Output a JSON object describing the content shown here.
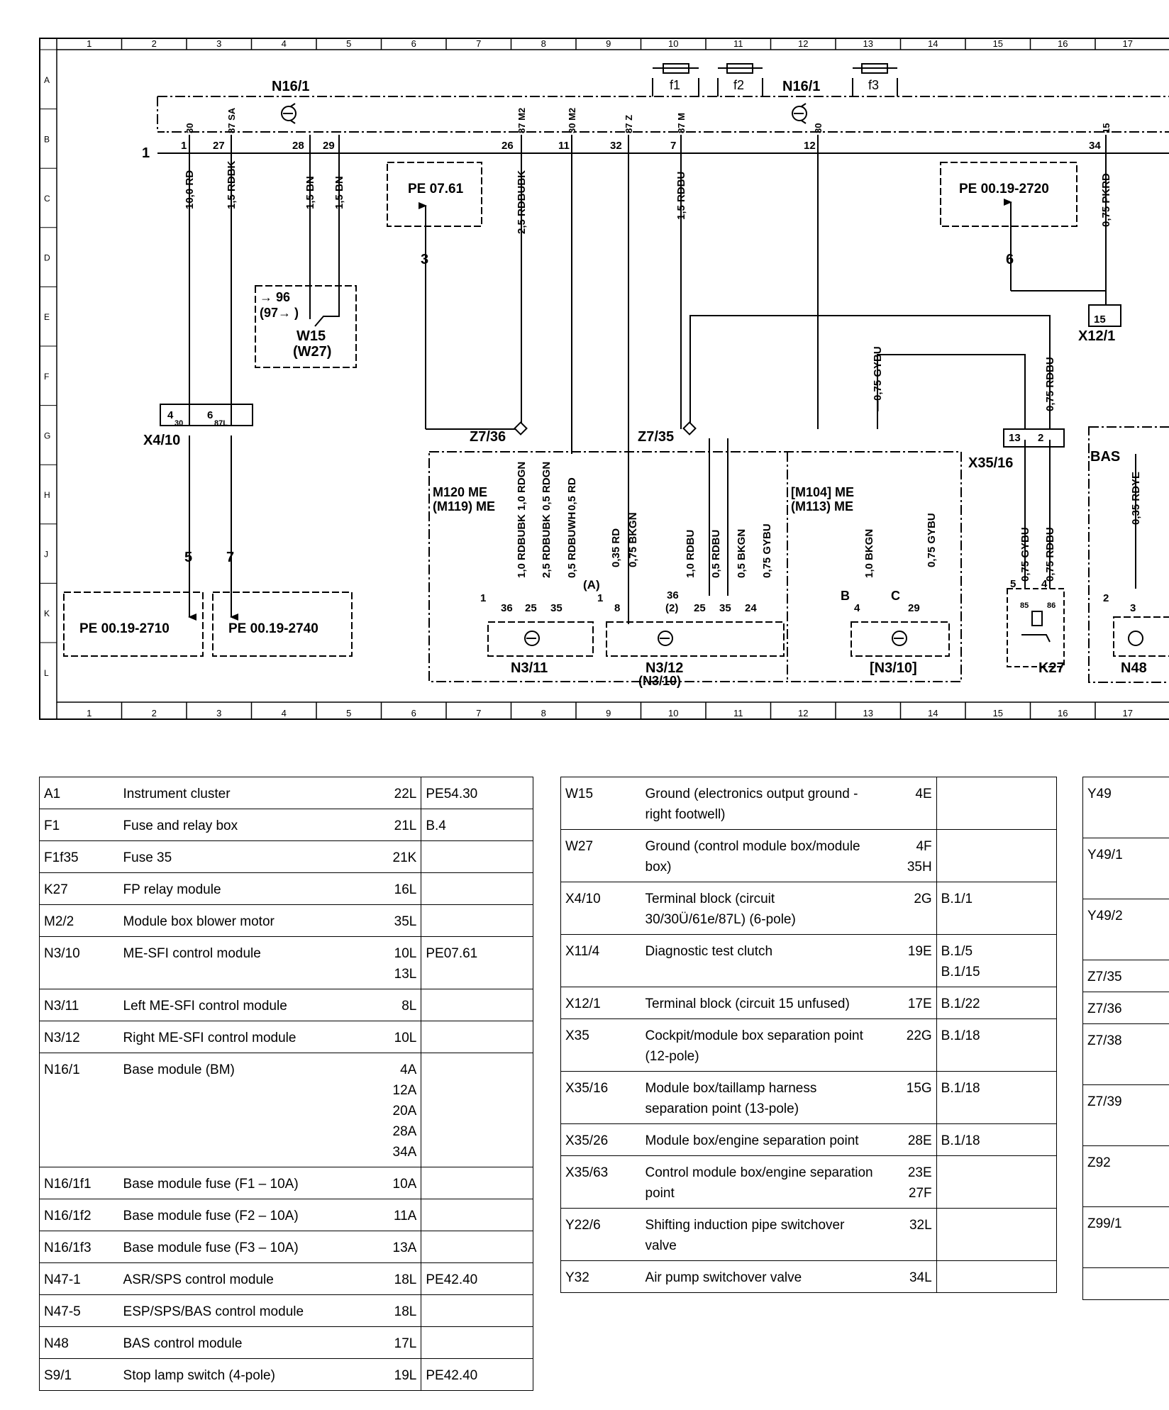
{
  "diagram": {
    "grid_columns": [
      "1",
      "2",
      "3",
      "4",
      "5",
      "6",
      "7",
      "8",
      "9",
      "10",
      "11",
      "12",
      "13",
      "14",
      "15",
      "16",
      "17"
    ],
    "grid_rows": [
      "A",
      "B",
      "C",
      "D",
      "E",
      "F",
      "G",
      "H",
      "J",
      "K",
      "L"
    ],
    "components": {
      "n16_1_left": "N16/1",
      "n16_1_right": "N16/1",
      "f1": "f1",
      "f2": "f2",
      "f3": "f3",
      "fuse_rating": "10",
      "x4_10": "X4/10",
      "w15": "W15",
      "w27": "(W27)",
      "z7_36": "Z7/36",
      "z7_35": "Z7/35",
      "x35_16": "X35/16",
      "x12_1": "X12/1",
      "n3_11": "N3/11",
      "n3_12": "N3/12",
      "n3_10_paren": "(N3/10)",
      "n3_10_bracket": "[N3/10]",
      "k27": "K27",
      "n48": "N48",
      "bas": "BAS",
      "m120_me": "M120  ME",
      "m119_me": "(M119)  ME",
      "m104_me": "[M104]  ME",
      "m113_me": "(M113)  ME",
      "conn1": "1"
    },
    "refs": {
      "pe0761": "PE 07.61",
      "pe2720": "PE 00.19-2720",
      "pe2710": "PE 00.19-2710",
      "pe2740": "PE 00.19-2740",
      "ref96": "→ 96",
      "ref97": "(97→ )"
    },
    "arrows": {
      "a3": "3",
      "a5": "5",
      "a6": "6",
      "a7": "7"
    },
    "pins": {
      "p1": "1",
      "p27": "27",
      "p28": "28",
      "p29": "29",
      "p26": "26",
      "p11": "11",
      "p32": "32",
      "p7": "7",
      "p12": "12",
      "p34": "34",
      "t30a": "30",
      "t87sa": "87 SA",
      "t87m2": "87 M2",
      "t30m2": "30 M2",
      "t87z": "87 Z",
      "t87m": "87 M",
      "t30b": "30",
      "t15": "15",
      "x4_4": "4",
      "x4_30": "30",
      "x4_6": "6",
      "x4_87l": "87L",
      "x12_15": "15",
      "x35_13": "13",
      "x35_2": "2",
      "n311_36": "36",
      "n311_25": "25",
      "n311_35": "35",
      "n311_1": "1",
      "n312_8": "8",
      "n312_36": "36",
      "n312_2": "(2)",
      "n312_25": "25",
      "n312_35": "35",
      "n312_24": "24",
      "n310_4": "4",
      "n310_29": "29",
      "n310_b": "B",
      "n310_c": "C",
      "k27_5": "5",
      "k27_4": "4",
      "k27_85": "85",
      "k27_86": "86",
      "n48_3": "3",
      "n48_2": "2",
      "mark_a": "(A)",
      "n312_1": "1"
    },
    "wires": {
      "w10rd": "10,0  RD",
      "w15rdbk": "1,5  RDBK",
      "w15bn_a": "1,5  BN",
      "w15bn_b": "1,5  BN",
      "w25rdbubk": "2,5  RDBUBK",
      "w15rdbu": "1,5  RDBU",
      "w075pkrd": "0,75  PKRD",
      "w075gybu_a": "—0,75  GYBU",
      "w075rdbu_a": "0,75  RDBU",
      "w035rdye": "0,35  RDYE",
      "w10rdgn": "1,0  RDGN",
      "w05rdgn": "0,5  RDGN",
      "w05rd": "0,5  RD",
      "w10rdbubk": "1,0  RDBUBK",
      "w25rdbubk_b": "2,5  RDBUBK",
      "w05rdbuwh": "0,5  RDBUWH",
      "w035rd": "0,35  RD",
      "w075bkgn": "0,75  BKGN",
      "w10rdbu": "1,0  RDBU",
      "w05rdbu": "0,5  RDBU",
      "w05bkgn": "0,5  BKGN",
      "w075gybu_b": "0,75  GYBU",
      "w10bkgn": "1,0  BKGN",
      "w075gybu_c": "0,75  GYBU",
      "w075gybu_d": "0,75  GYBU",
      "w075rdbu_b": "0,75  RDBU"
    }
  },
  "tables": {
    "left": [
      {
        "id": "A1",
        "desc": "Instrument cluster",
        "loc": "22L",
        "ref": "PE54.30"
      },
      {
        "id": "F1",
        "desc": "Fuse and relay box",
        "loc": "21L",
        "ref": "B.4"
      },
      {
        "id": "F1f35",
        "desc": "Fuse 35",
        "loc": "21K",
        "ref": ""
      },
      {
        "id": "K27",
        "desc": "FP relay module",
        "loc": "16L",
        "ref": ""
      },
      {
        "id": "M2/2",
        "desc": "Module box blower motor",
        "loc": "35L",
        "ref": ""
      },
      {
        "id": "N3/10",
        "desc": "ME-SFI control module",
        "loc": "10L\n13L",
        "ref": "PE07.61"
      },
      {
        "id": "N3/11",
        "desc": "Left ME-SFI control module",
        "loc": "8L",
        "ref": ""
      },
      {
        "id": "N3/12",
        "desc": "Right ME-SFI control module",
        "loc": "10L",
        "ref": ""
      },
      {
        "id": "N16/1",
        "desc": "Base module (BM)",
        "loc": "4A\n12A\n20A\n28A\n34A",
        "ref": ""
      },
      {
        "id": "N16/1f1",
        "desc": "Base module fuse (F1 – 10A)",
        "loc": "10A",
        "ref": ""
      },
      {
        "id": "N16/1f2",
        "desc": "Base module fuse (F2 – 10A)",
        "loc": "11A",
        "ref": ""
      },
      {
        "id": "N16/1f3",
        "desc": "Base module fuse (F3 – 10A)",
        "loc": "13A",
        "ref": ""
      },
      {
        "id": "N47-1",
        "desc": "ASR/SPS control module",
        "loc": "18L",
        "ref": "PE42.40"
      },
      {
        "id": "N47-5",
        "desc": "ESP/SPS/BAS control module",
        "loc": "18L",
        "ref": ""
      },
      {
        "id": "N48",
        "desc": "BAS control module",
        "loc": "17L",
        "ref": ""
      },
      {
        "id": "S9/1",
        "desc": "Stop lamp switch (4-pole)",
        "loc": "19L",
        "ref": "PE42.40"
      }
    ],
    "middle": [
      {
        "id": "W15",
        "desc": "Ground (electronics output ground - right footwell)",
        "loc": "4E",
        "ref": ""
      },
      {
        "id": "W27",
        "desc": "Ground (control module box/module box)",
        "loc": "4F\n35H",
        "ref": ""
      },
      {
        "id": "X4/10",
        "desc": "Terminal block (circuit 30/30Ü/61e/87L) (6-pole)",
        "loc": "2G",
        "ref": "B.1/1"
      },
      {
        "id": "X11/4",
        "desc": "Diagnostic test clutch",
        "loc": "19E",
        "ref": "B.1/5\nB.1/15"
      },
      {
        "id": "X12/1",
        "desc": "Terminal block (circuit 15 unfused)",
        "loc": "17E",
        "ref": "B.1/22"
      },
      {
        "id": "X35",
        "desc": "Cockpit/module box separation point (12-pole)",
        "loc": "22G",
        "ref": "B.1/18"
      },
      {
        "id": "X35/16",
        "desc": "Module box/taillamp harness separation point (13-pole)",
        "loc": "15G",
        "ref": "B.1/18"
      },
      {
        "id": "X35/26",
        "desc": "Module box/engine separation point",
        "loc": "28E",
        "ref": "B.1/18"
      },
      {
        "id": "X35/63",
        "desc": "Control module box/engine separation point",
        "loc": "23E\n27F",
        "ref": ""
      },
      {
        "id": "Y22/6",
        "desc": "Shifting induction pipe switchover valve",
        "loc": "32L",
        "ref": ""
      },
      {
        "id": "Y32",
        "desc": "Air pump switchover valve",
        "loc": "34L",
        "ref": ""
      }
    ],
    "right": [
      {
        "id": "Y49"
      },
      {
        "id": "Y49/1"
      },
      {
        "id": "Y49/2"
      },
      {
        "id": "Z7/35"
      },
      {
        "id": "Z7/36"
      },
      {
        "id": "Z7/38"
      },
      {
        "id": "Z7/39"
      },
      {
        "id": "Z92"
      },
      {
        "id": "Z99/1"
      },
      {
        "id": ""
      }
    ]
  }
}
